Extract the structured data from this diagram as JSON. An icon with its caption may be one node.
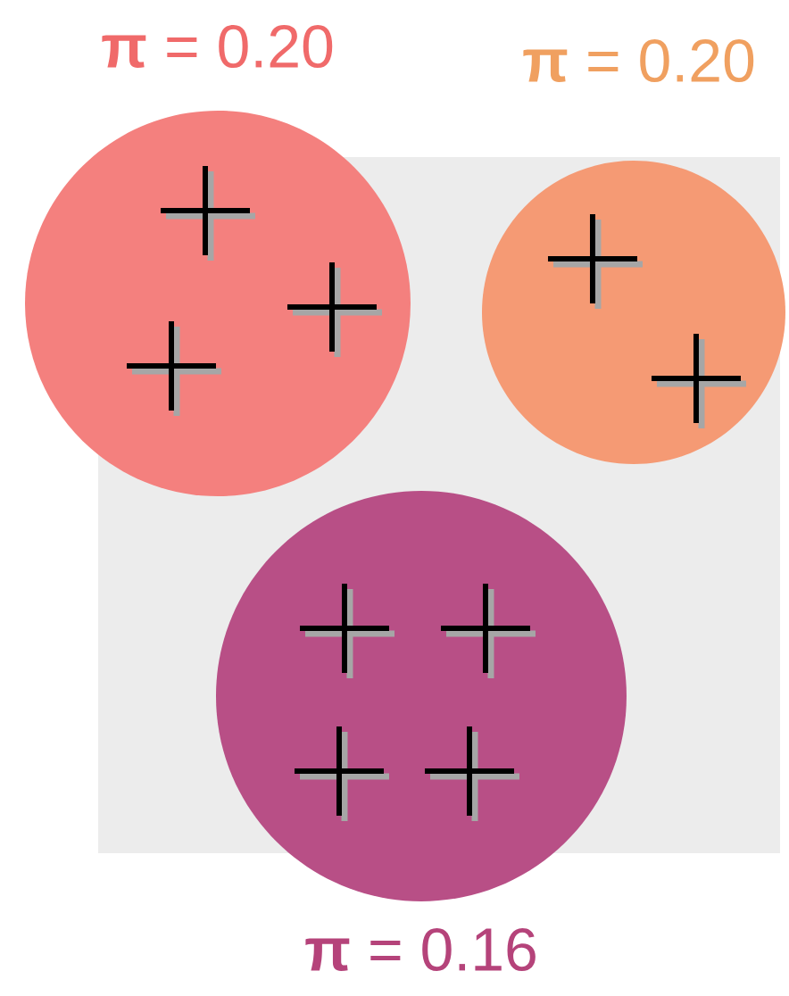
{
  "diagram": {
    "nodes": [
      {
        "text": [],
        "shape": "circle",
        "beside": [
          "**π** = 0.20"
        ]
      },
      {
        "text": [],
        "shape": "circle",
        "beside": [
          "**π** = 0.20"
        ]
      },
      {
        "text": [],
        "shape": "circle",
        "beside": [
          "**π** = 0.16"
        ]
      }
    ]
  }
}
